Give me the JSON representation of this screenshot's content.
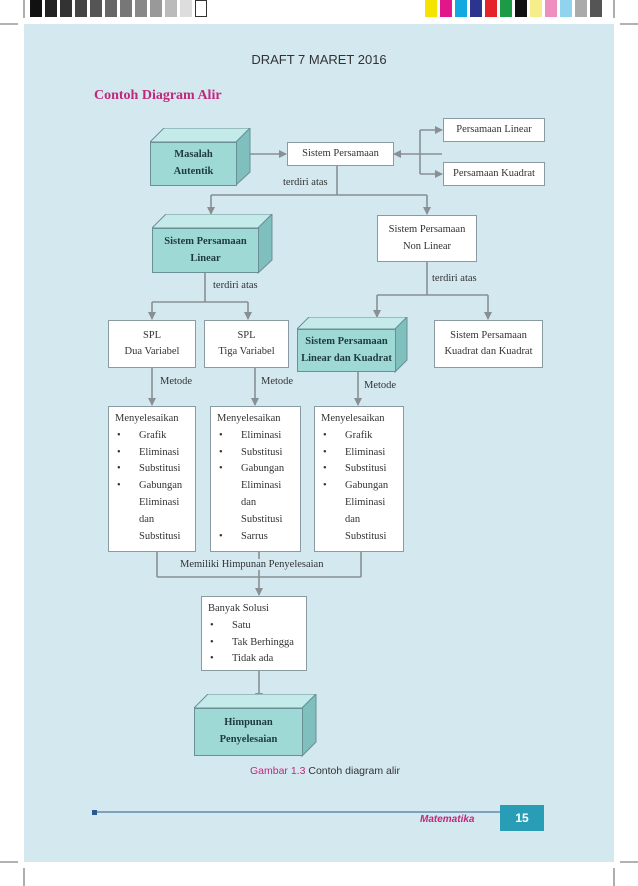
{
  "header": {
    "draft": "DRAFT 7 MARET 2016"
  },
  "title": "Contoh Diagram Alir",
  "nodes": {
    "masalah": [
      "Masalah",
      "Autentik"
    ],
    "sistem_persamaan": "Sistem Persamaan",
    "persamaan_linear": "Persamaan Linear",
    "persamaan_kuadrat": "Persamaan Kuadrat",
    "spl": [
      "Sistem Persamaan",
      "Linear"
    ],
    "spnl": [
      "Sistem Persamaan",
      "Non Linear"
    ],
    "spl_dua": [
      "SPL",
      "Dua Variabel"
    ],
    "spl_tiga": [
      "SPL",
      "Tiga Variabel"
    ],
    "splk": [
      "Sistem Persamaan",
      "Linear dan Kuadrat"
    ],
    "spkk": [
      "Sistem Persamaan",
      "Kuadrat dan Kuadrat"
    ],
    "himpunan": [
      "Himpunan",
      "Penyelesaian"
    ]
  },
  "labels": {
    "terdiri1": "terdiri atas",
    "terdiri2": "terdiri atas",
    "terdiri3": "terdiri atas",
    "metode1": "Metode",
    "metode2": "Metode",
    "metode3": "Metode",
    "memiliki": "Memiliki Himpunan Penyelesaian"
  },
  "lists": {
    "m1": {
      "heading": "Menyelesaikan",
      "items": [
        "Grafik",
        "Eliminasi",
        "Substitusi",
        "Gabungan",
        "Eliminasi",
        "dan",
        "Substitusi"
      ]
    },
    "m2": {
      "heading": "Menyelesaikan",
      "items": [
        "Eliminasi",
        "Substitusi",
        "Gabungan",
        "Eliminasi",
        "dan",
        "Substitusi",
        "Sarrus"
      ]
    },
    "m3": {
      "heading": "Menyelesaikan",
      "items": [
        "Grafik",
        "Eliminasi",
        "Substitusi",
        "Gabungan",
        "Eliminasi",
        "dan",
        "Substitusi"
      ]
    },
    "solusi": {
      "heading": "Banyak Solusi",
      "items": [
        "Satu",
        "Tak Berhingga",
        "Tidak ada"
      ]
    }
  },
  "bullet": "•",
  "caption": {
    "figure": "Gambar 1.3",
    "text": "Contoh diagram alir"
  },
  "footer": {
    "subject": "Matematika",
    "page": "15"
  },
  "colors": {
    "page_bg": "#d3e8ef",
    "cube": "#9ed9d6",
    "accent": "#c0287c",
    "page_tab": "#2a9db6"
  }
}
